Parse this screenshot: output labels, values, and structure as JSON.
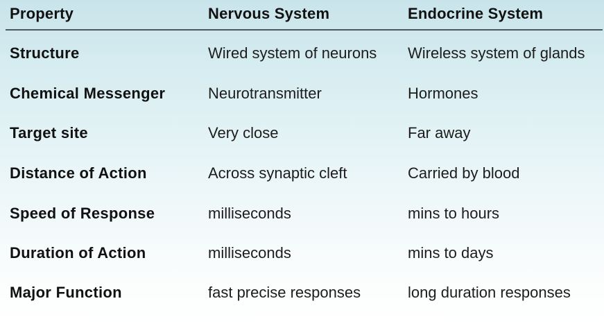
{
  "header": {
    "property": "Property",
    "nervous": "Nervous System",
    "endocrine": "Endocrine System"
  },
  "rows": [
    {
      "property": "Structure",
      "nervous": "Wired system of neurons",
      "endocrine": "Wireless system of glands"
    },
    {
      "property": "Chemical Messenger",
      "nervous": "Neurotransmitter",
      "endocrine": "Hormones"
    },
    {
      "property": "Target site",
      "nervous": "Very close",
      "endocrine": "Far away"
    },
    {
      "property": "Distance of Action",
      "nervous": "Across synaptic cleft",
      "endocrine": "Carried by blood"
    },
    {
      "property": "Speed of Response",
      "nervous": "milliseconds",
      "endocrine": "mins to hours"
    },
    {
      "property": "Duration of Action",
      "nervous": "milliseconds",
      "endocrine": "mins to days"
    },
    {
      "property": "Major Function",
      "nervous": "fast precise responses",
      "endocrine": "long duration responses"
    }
  ]
}
